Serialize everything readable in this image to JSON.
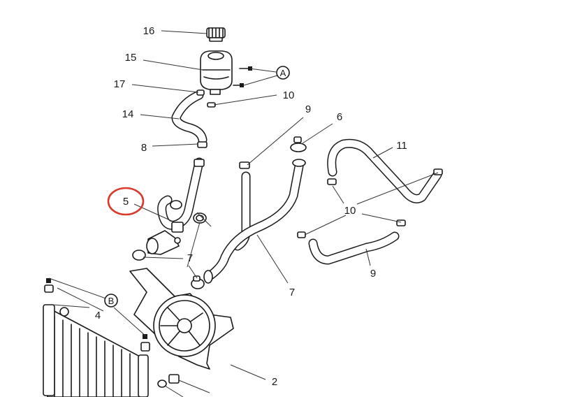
{
  "diagram": {
    "callouts": [
      {
        "id": "16",
        "label": "16"
      },
      {
        "id": "15",
        "label": "15"
      },
      {
        "id": "17",
        "label": "17"
      },
      {
        "id": "10a",
        "label": "10"
      },
      {
        "id": "14",
        "label": "14"
      },
      {
        "id": "8",
        "label": "8"
      },
      {
        "id": "9a",
        "label": "9"
      },
      {
        "id": "6",
        "label": "6"
      },
      {
        "id": "11",
        "label": "11"
      },
      {
        "id": "5",
        "label": "5"
      },
      {
        "id": "10b",
        "label": "10"
      },
      {
        "id": "7a",
        "label": "7"
      },
      {
        "id": "9b",
        "label": "9"
      },
      {
        "id": "7b",
        "label": "7"
      },
      {
        "id": "4",
        "label": "4"
      },
      {
        "id": "2",
        "label": "2"
      }
    ],
    "reference_markers": [
      {
        "id": "A",
        "label": "A"
      },
      {
        "id": "B",
        "label": "B"
      }
    ],
    "highlight": {
      "target": "5",
      "color": "#d93a2b"
    },
    "colors": {
      "line": "#1a1a1a",
      "background": "#ffffff"
    }
  }
}
